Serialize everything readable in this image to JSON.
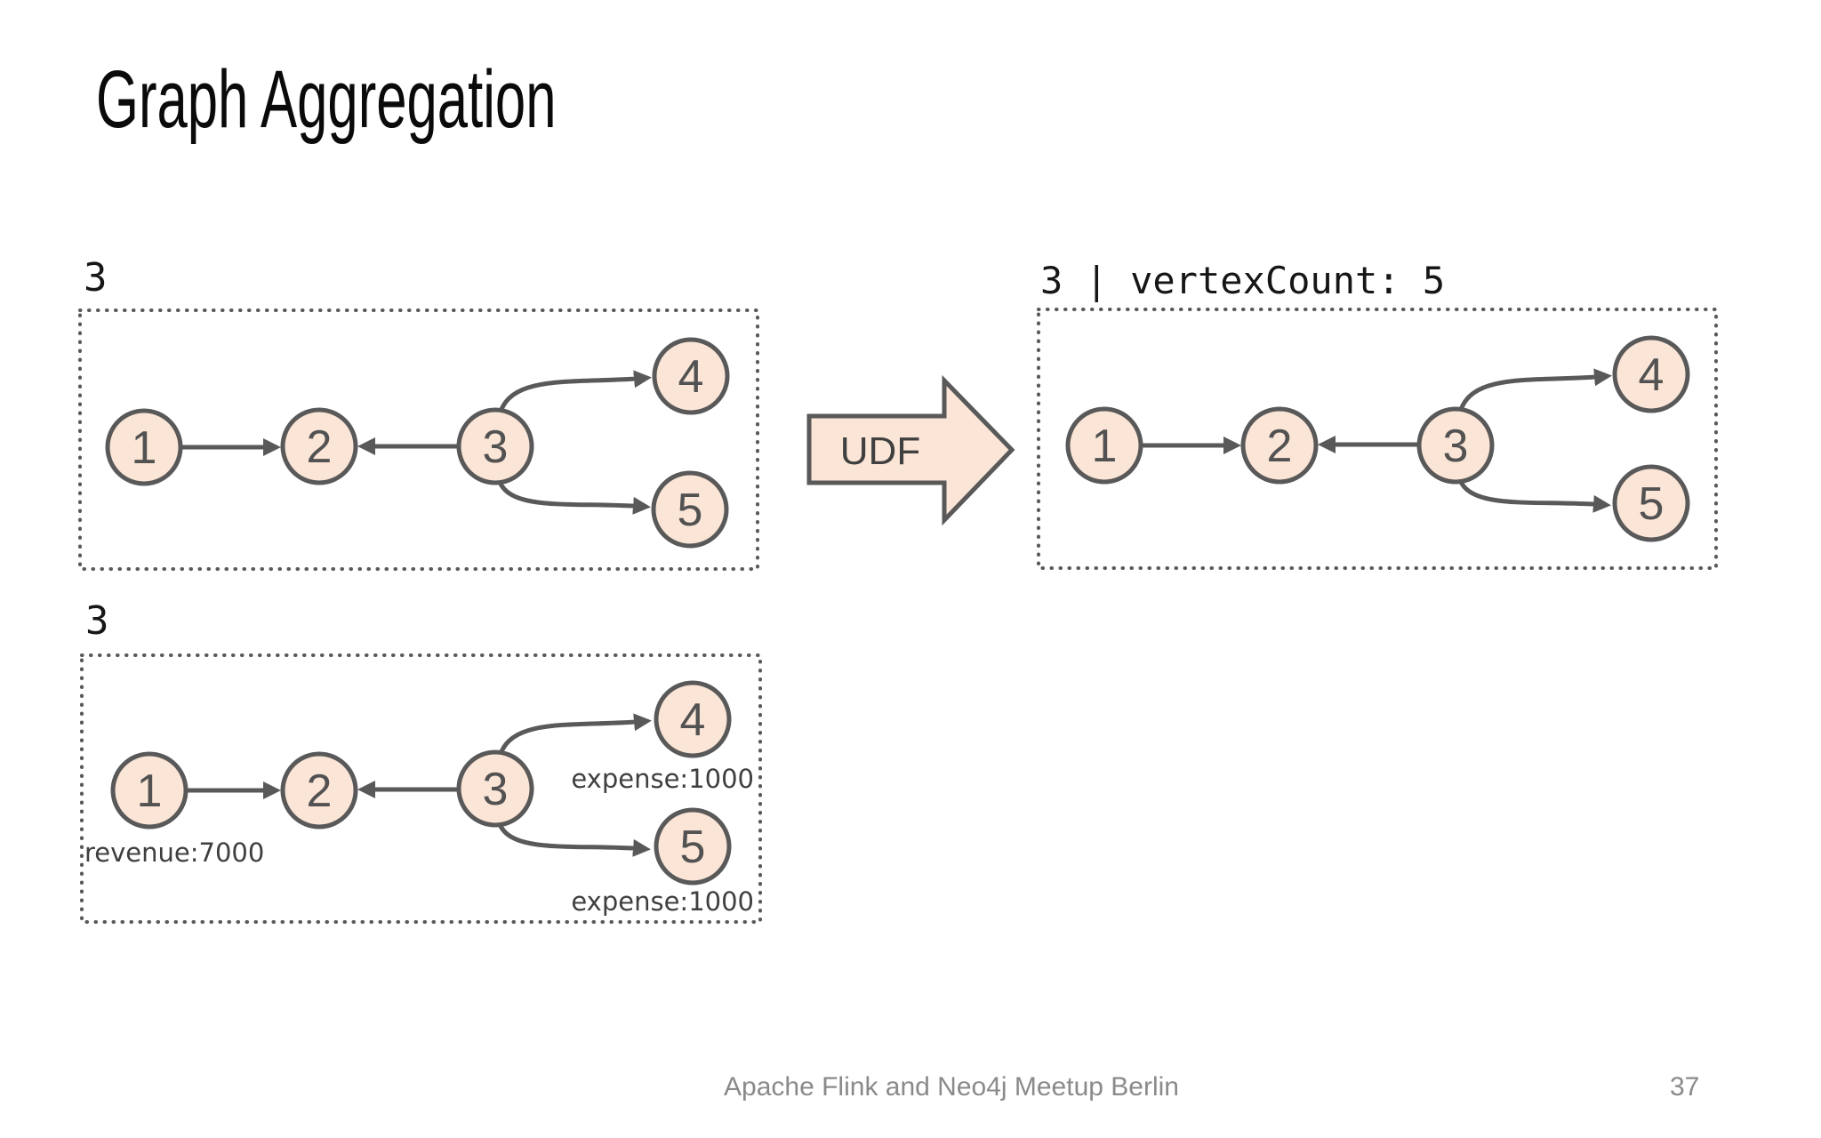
{
  "slide": {
    "title": "Graph Aggregation",
    "footer": "Apache Flink and Neo4j Meetup Berlin",
    "page_number": "37"
  },
  "transform_step": {
    "label": "UDF"
  },
  "graphs": {
    "input_top": {
      "label": "3",
      "nodes": [
        {
          "id": "1",
          "label": "1"
        },
        {
          "id": "2",
          "label": "2"
        },
        {
          "id": "3",
          "label": "3"
        },
        {
          "id": "4",
          "label": "4"
        },
        {
          "id": "5",
          "label": "5"
        }
      ],
      "edges": [
        "1->2",
        "3->2",
        "3->4",
        "3->5"
      ]
    },
    "input_bottom": {
      "label": "3",
      "nodes": [
        {
          "id": "1",
          "label": "1"
        },
        {
          "id": "2",
          "label": "2"
        },
        {
          "id": "3",
          "label": "3"
        },
        {
          "id": "4",
          "label": "4"
        },
        {
          "id": "5",
          "label": "5"
        }
      ],
      "edges": [
        "1->2",
        "3->2",
        "3->4",
        "3->5"
      ],
      "annotations": {
        "node1": "revenue:7000",
        "node4": "expense:1000",
        "node5": "expense:1000"
      }
    },
    "output": {
      "label": "3 | vertexCount: 5",
      "nodes": [
        {
          "id": "1",
          "label": "1"
        },
        {
          "id": "2",
          "label": "2"
        },
        {
          "id": "3",
          "label": "3"
        },
        {
          "id": "4",
          "label": "4"
        },
        {
          "id": "5",
          "label": "5"
        }
      ],
      "edges": [
        "1->2",
        "3->2",
        "3->4",
        "3->5"
      ]
    }
  },
  "colors": {
    "node_fill": "#FBE5D6",
    "stroke": "#595959",
    "title_text": "#0A0A0A",
    "footer_text": "#8A8A8A",
    "annotation_text": "#3F3F3F"
  }
}
